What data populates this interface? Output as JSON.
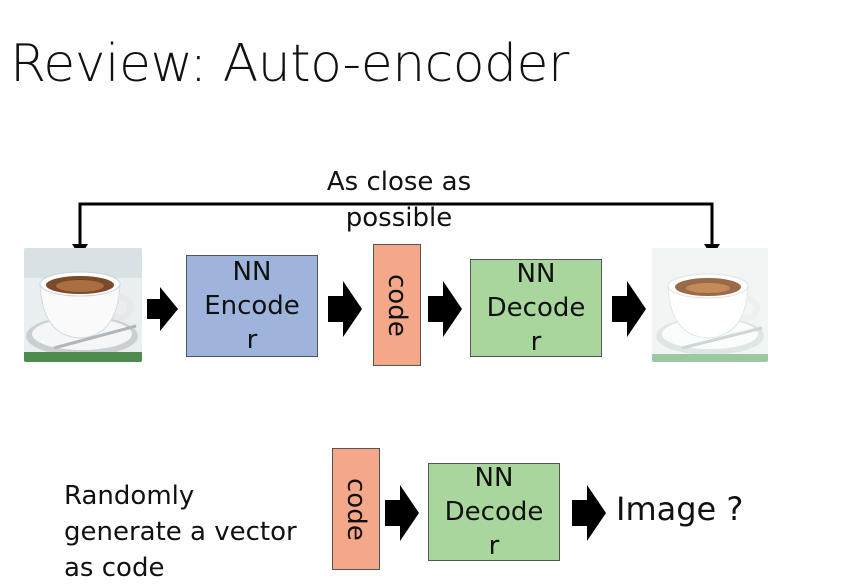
{
  "slide": {
    "title": "Review: Auto-encoder",
    "caption": "As close as\npossible",
    "encoder_label": "NN\nEncode\nr",
    "code_label": "code",
    "decoder_label": "NN\nDecode\nr",
    "note": "Randomly\ngenerate a vector\nas code",
    "code_label_2": "code",
    "decoder_label_2": "NN\nDecode\nr",
    "output_label": "Image ?"
  },
  "colors": {
    "encoder": "#9fb4dd",
    "code": "#f4a789",
    "decoder": "#a9d69d"
  },
  "icons": [
    "coffee-cup-image-icon",
    "reconstructed-coffee-cup-icon",
    "block-arrow-icon"
  ]
}
